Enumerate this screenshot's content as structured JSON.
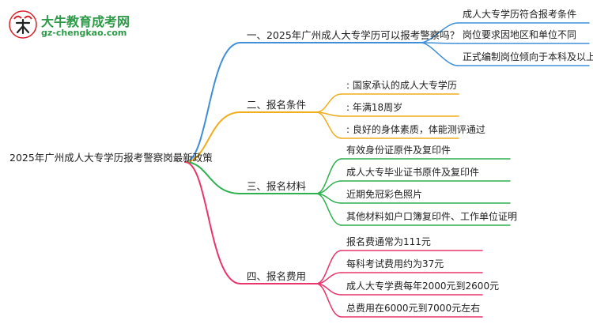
{
  "logo": {
    "brand": "大牛教育成考网",
    "site": "gz-chengkao.com",
    "seal_text": "大牛"
  },
  "root": "2025年广州成人大专学历报考警察岗最新政策",
  "colors": {
    "blue": "#3f8fd8",
    "orange": "#f0ad1c",
    "green": "#2db14e",
    "pink": "#e9356b"
  },
  "branches": [
    {
      "label": "一、2025年广州成人大专学历可以报考警察吗？",
      "color": "blue",
      "items": [
        "成人大专学历符合报考条件",
        "岗位要求因地区和单位不同",
        "正式编制岗位倾向于本科及以上"
      ]
    },
    {
      "label": "二、报名条件",
      "color": "orange",
      "items": [
        ": 国家承认的成人大专学历",
        ": 年满18周岁",
        ": 良好的身体素质，体能测评通过"
      ]
    },
    {
      "label": "三、报名材料",
      "color": "green",
      "items": [
        "有效身份证原件及复印件",
        "成人大专毕业证书原件及复印件",
        "近期免冠彩色照片",
        "其他材料如户口簿复印件、工作单位证明"
      ]
    },
    {
      "label": "四、报名费用",
      "color": "pink",
      "items": [
        "报名费通常为111元",
        "每科考试费用约为37元",
        "成人大专学费每年2000元到2600元",
        "总费用在6000元到7000元左右"
      ]
    }
  ]
}
